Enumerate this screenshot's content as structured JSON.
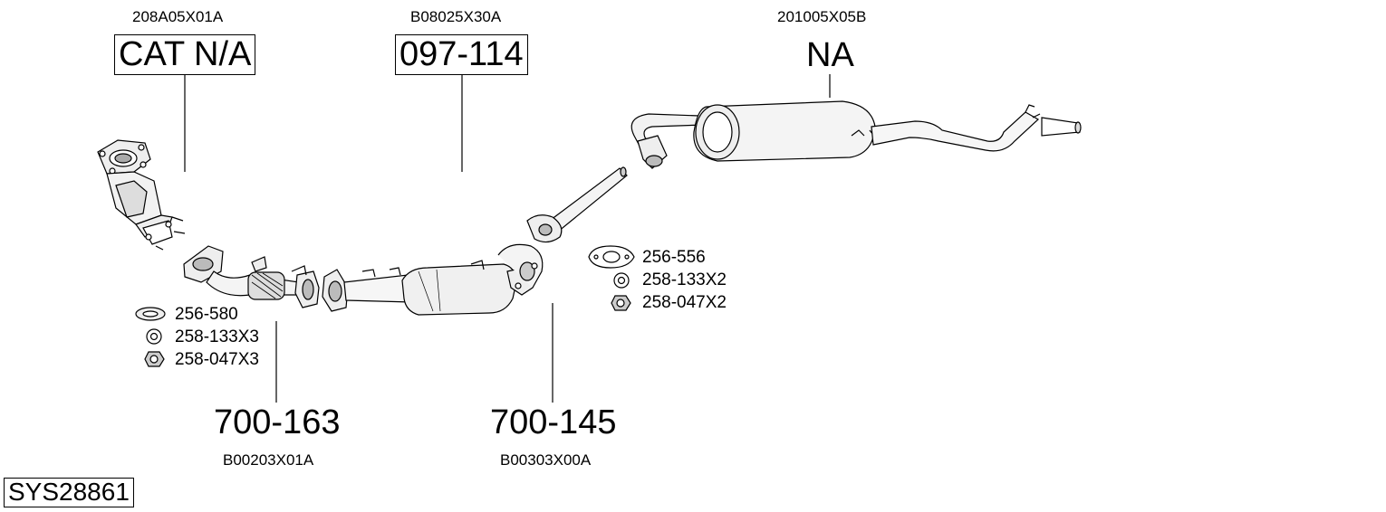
{
  "parts": [
    {
      "id": "cat",
      "oem": "208A05X01A",
      "number": "CAT N/A",
      "boxed": true
    },
    {
      "id": "front-cat",
      "oem": "B08025X30A",
      "number": "097-114",
      "boxed": true
    },
    {
      "id": "rear-muffler",
      "oem": "201005X05B",
      "number": "NA",
      "boxed": false
    },
    {
      "id": "front-pipe",
      "oem": "B00203X01A",
      "number": "700-163",
      "boxed": false
    },
    {
      "id": "middle-pipe",
      "oem": "B00303X00A",
      "number": "700-145",
      "boxed": false
    }
  ],
  "kits": {
    "front": [
      {
        "icon": "gasket-ring-icon",
        "code": "256-580"
      },
      {
        "icon": "spring-washer-icon",
        "code": "258-133X3"
      },
      {
        "icon": "hex-nut-icon",
        "code": "258-047X3"
      }
    ],
    "middle": [
      {
        "icon": "flange-gasket-icon",
        "code": "256-556"
      },
      {
        "icon": "spring-washer-icon",
        "code": "258-133X2"
      },
      {
        "icon": "hex-nut-icon",
        "code": "258-047X2"
      }
    ]
  },
  "system_code": "SYS28861"
}
